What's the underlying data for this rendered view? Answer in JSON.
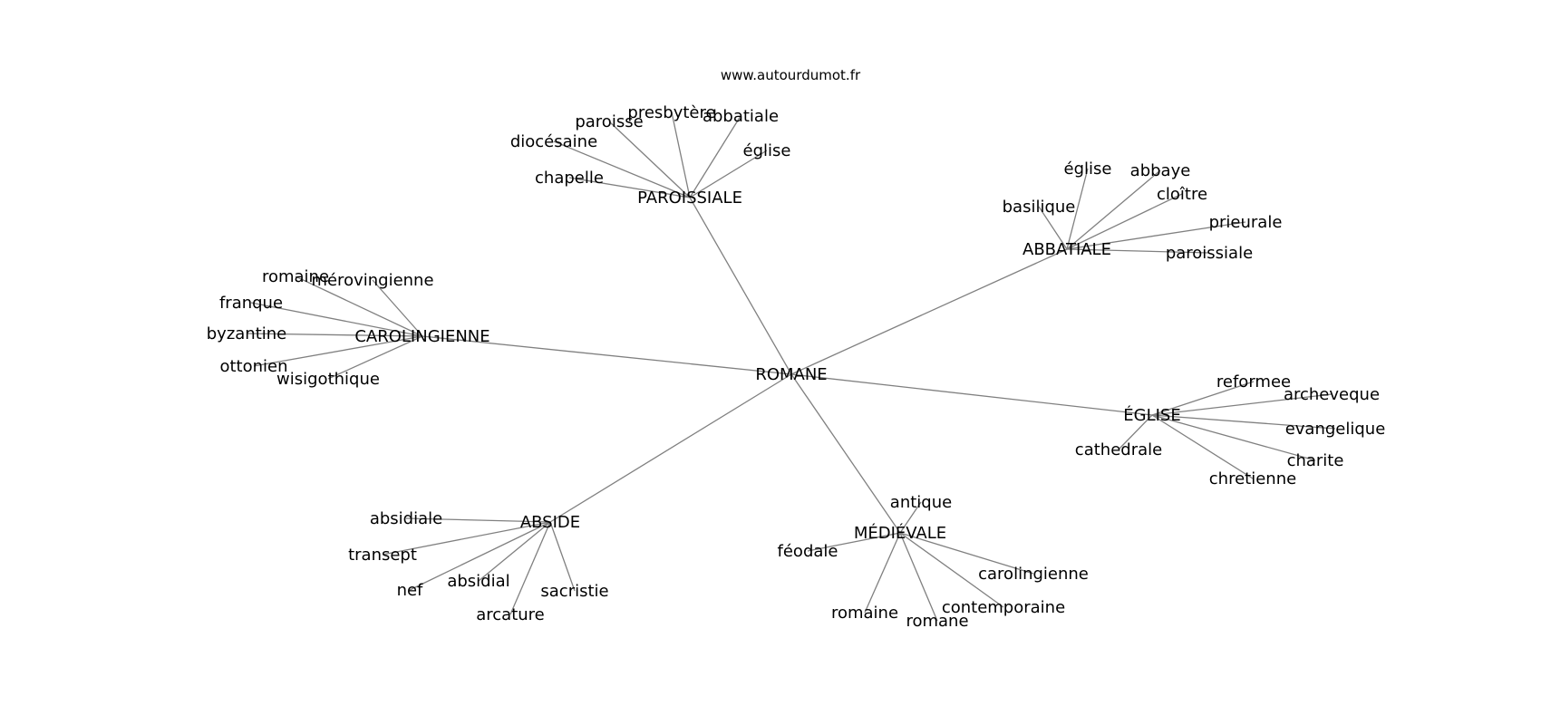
{
  "watermark": "www.autourdumot.fr",
  "colors": {
    "edge": "#808080",
    "text": "#000000",
    "background": "#ffffff"
  },
  "graph": {
    "center": "ROMANE",
    "clusters": [
      {
        "label": "PAROISSIALE",
        "words": [
          "chapelle",
          "diocésaine",
          "paroisse",
          "presbytère",
          "abbatiale",
          "église"
        ]
      },
      {
        "label": "ABBATIALE",
        "words": [
          "basilique",
          "église",
          "abbaye",
          "cloître",
          "prieurale",
          "paroissiale"
        ]
      },
      {
        "label": "CAROLINGIENNE",
        "words": [
          "romaine",
          "mérovingienne",
          "franque",
          "byzantine",
          "ottonien",
          "wisigothique"
        ]
      },
      {
        "label": "ÉGLISE",
        "words": [
          "reformee",
          "archeveque",
          "evangelique",
          "charite",
          "chretienne",
          "cathedrale"
        ]
      },
      {
        "label": "ABSIDE",
        "words": [
          "absidiale",
          "transept",
          "nef",
          "absidial",
          "arcature",
          "sacristie"
        ]
      },
      {
        "label": "MÉDIÉVALE",
        "words": [
          "antique",
          "féodale",
          "romaine",
          "romane",
          "contemporaine",
          "carolingienne"
        ]
      }
    ]
  }
}
